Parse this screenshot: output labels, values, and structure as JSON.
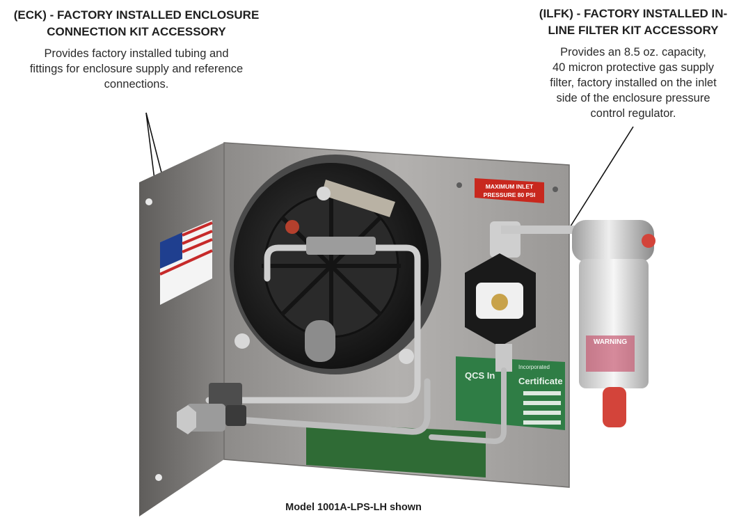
{
  "callouts": {
    "left": {
      "title_line1": "(ECK) - FACTORY INSTALLED ENCLOSURE",
      "title_line2": "CONNECTION KIT ACCESSORY",
      "desc_line1": "Provides factory installed tubing and",
      "desc_line2": "fittings for enclosure supply and reference",
      "desc_line3": "connections."
    },
    "right": {
      "title_line1": "(ILFK) - FACTORY INSTALLED IN-",
      "title_line2": "LINE FILTER KIT ACCESSORY",
      "desc_line1": "Provides an 8.5 oz. capacity,",
      "desc_line2": "40 micron protective gas supply",
      "desc_line3": "filter, factory installed on the inlet",
      "desc_line4": "side of the enclosure pressure",
      "desc_line5": "control regulator."
    }
  },
  "caption": "Model 1001A-LPS-LH shown",
  "photo_labels": {
    "max_inlet_line1": "MAXIMUM   INLET",
    "max_inlet_line2": "PRESSURE   80   PSI",
    "certificate_line1": "QCS In",
    "certificate_line2": "Certificate",
    "certificate_incorporated": "Incorporated",
    "filter_warning": "WARNING"
  },
  "colors": {
    "plate": "#a6a4a2",
    "plate_dark": "#6f6d6b",
    "regulator_body": "#1c1c1c",
    "label_red": "#c8281e",
    "cert_green": "#2f7d45",
    "green_plate": "#2f6b35",
    "filter_cap": "#d2d2d2",
    "filter_knob": "#d3443a"
  }
}
